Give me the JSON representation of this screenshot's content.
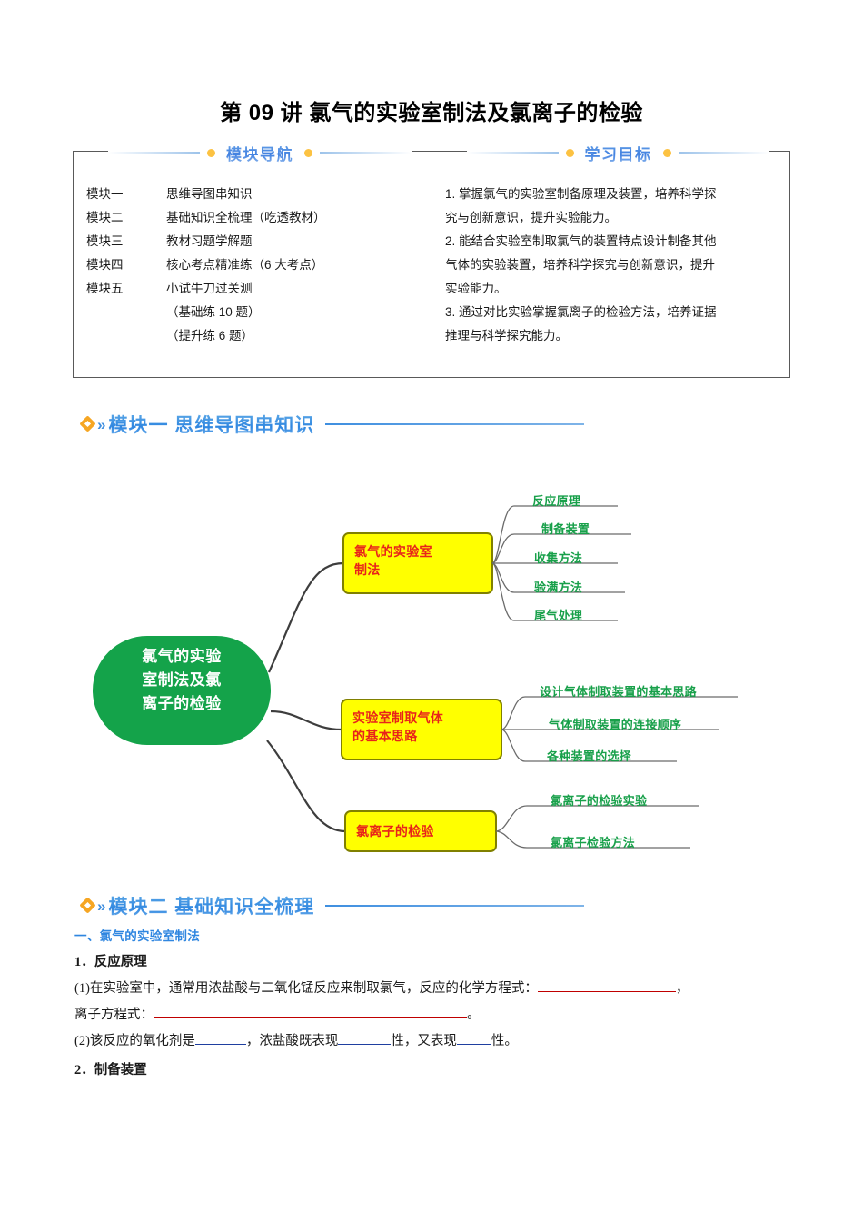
{
  "document": {
    "title": "第 09 讲  氯气的实验室制法及氯离子的检验"
  },
  "nav_box": {
    "heading": "模块导航",
    "rows": [
      {
        "key": "模块一",
        "value": "思维导图串知识"
      },
      {
        "key": "模块二",
        "value": "基础知识全梳理（吃透教材）"
      },
      {
        "key": "模块三",
        "value": "教材习题学解题"
      },
      {
        "key": "模块四",
        "value": "核心考点精准练（6 大考点）"
      },
      {
        "key": "模块五",
        "value": "小试牛刀过关测"
      }
    ],
    "sub_rows": [
      "（基础练 10 题）",
      "（提升练 6 题）"
    ]
  },
  "goals_box": {
    "heading": "学习目标",
    "lines": [
      "1. 掌握氯气的实验室制备原理及装置，培养科学探",
      "究与创新意识，提升实验能力。",
      "2. 能结合实验室制取氯气的装置特点设计制备其他",
      "气体的实验装置，培养科学探究与创新意识，提升",
      "实验能力。",
      "3. 通过对比实验掌握氯离子的检验方法，培养证据",
      "推理与科学探究能力。"
    ]
  },
  "module_one": {
    "icon": "diamond-icon",
    "chevron": "»",
    "title": "模块一 思维导图串知识"
  },
  "module_two": {
    "icon": "diamond-icon",
    "chevron": "»",
    "title": "模块二 基础知识全梳理"
  },
  "mindmap": {
    "center": "氯气的实验室室制法及氯离子的检验",
    "center_lines": [
      "氯气的实验",
      "室制法及氯",
      "离子的检验"
    ],
    "colors": {
      "center_fill": "#14a34a",
      "branch_fill": "#ffff00",
      "branch_stroke": "#808000",
      "branch_text": "#e8241a",
      "leaf_text": "#18a04a",
      "connector": "#3d3d3d"
    },
    "branches": [
      {
        "label_lines": [
          "氯气的实验室",
          "制法"
        ],
        "leaves": [
          "反应原理",
          "制备装置",
          "收集方法",
          "验满方法",
          "尾气处理"
        ]
      },
      {
        "label_lines": [
          "实验室制取气体",
          "的基本思路"
        ],
        "leaves": [
          "设计气体制取装置的基本思路",
          "气体制取装置的连接顺序",
          "各种装置的选择"
        ]
      },
      {
        "label_lines": [
          "氯离子的检验"
        ],
        "leaves": [
          "氯离子的检验实验",
          "氯离子检验方法"
        ]
      }
    ]
  },
  "content": {
    "section_heading": "一、氯气的实验室制法",
    "item1_heading": "1．反应原理",
    "para1_a": "(1)在实验室中，通常用浓盐酸与二氧化锰反应来制取氯气，反应的化学方程式：",
    "para1_a_tail": "，",
    "para1_b_prefix": "离子方程式：",
    "para1_b_tail": "。",
    "para2_seg1": "(2)该反应的氧化剂是",
    "para2_seg2": "，浓盐酸既表现",
    "para2_seg3": "性，又表现",
    "para2_seg4": "性。",
    "item2_heading": "2．制备装置"
  }
}
